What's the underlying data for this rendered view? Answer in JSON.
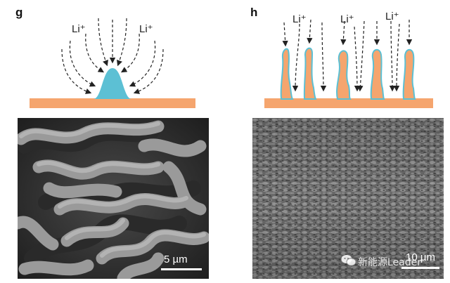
{
  "panels": {
    "g": {
      "letter": "g",
      "ion_labels": [
        "Li⁺",
        "Li⁺"
      ],
      "scale_bar_label": "5 µm",
      "colors": {
        "substrate": "#f5a56e",
        "deposit": "#5cc0d4",
        "arrows": "#222222"
      }
    },
    "h": {
      "letter": "h",
      "ion_labels": [
        "Li⁺",
        "Li⁺",
        "Li⁺"
      ],
      "scale_bar_label": "10 µm",
      "colors": {
        "substrate": "#f5a56e",
        "outline": "#5cc0d4",
        "arrows": "#222222"
      }
    }
  },
  "watermark": {
    "text": "新能源Leader",
    "icon": "wechat-icon"
  }
}
